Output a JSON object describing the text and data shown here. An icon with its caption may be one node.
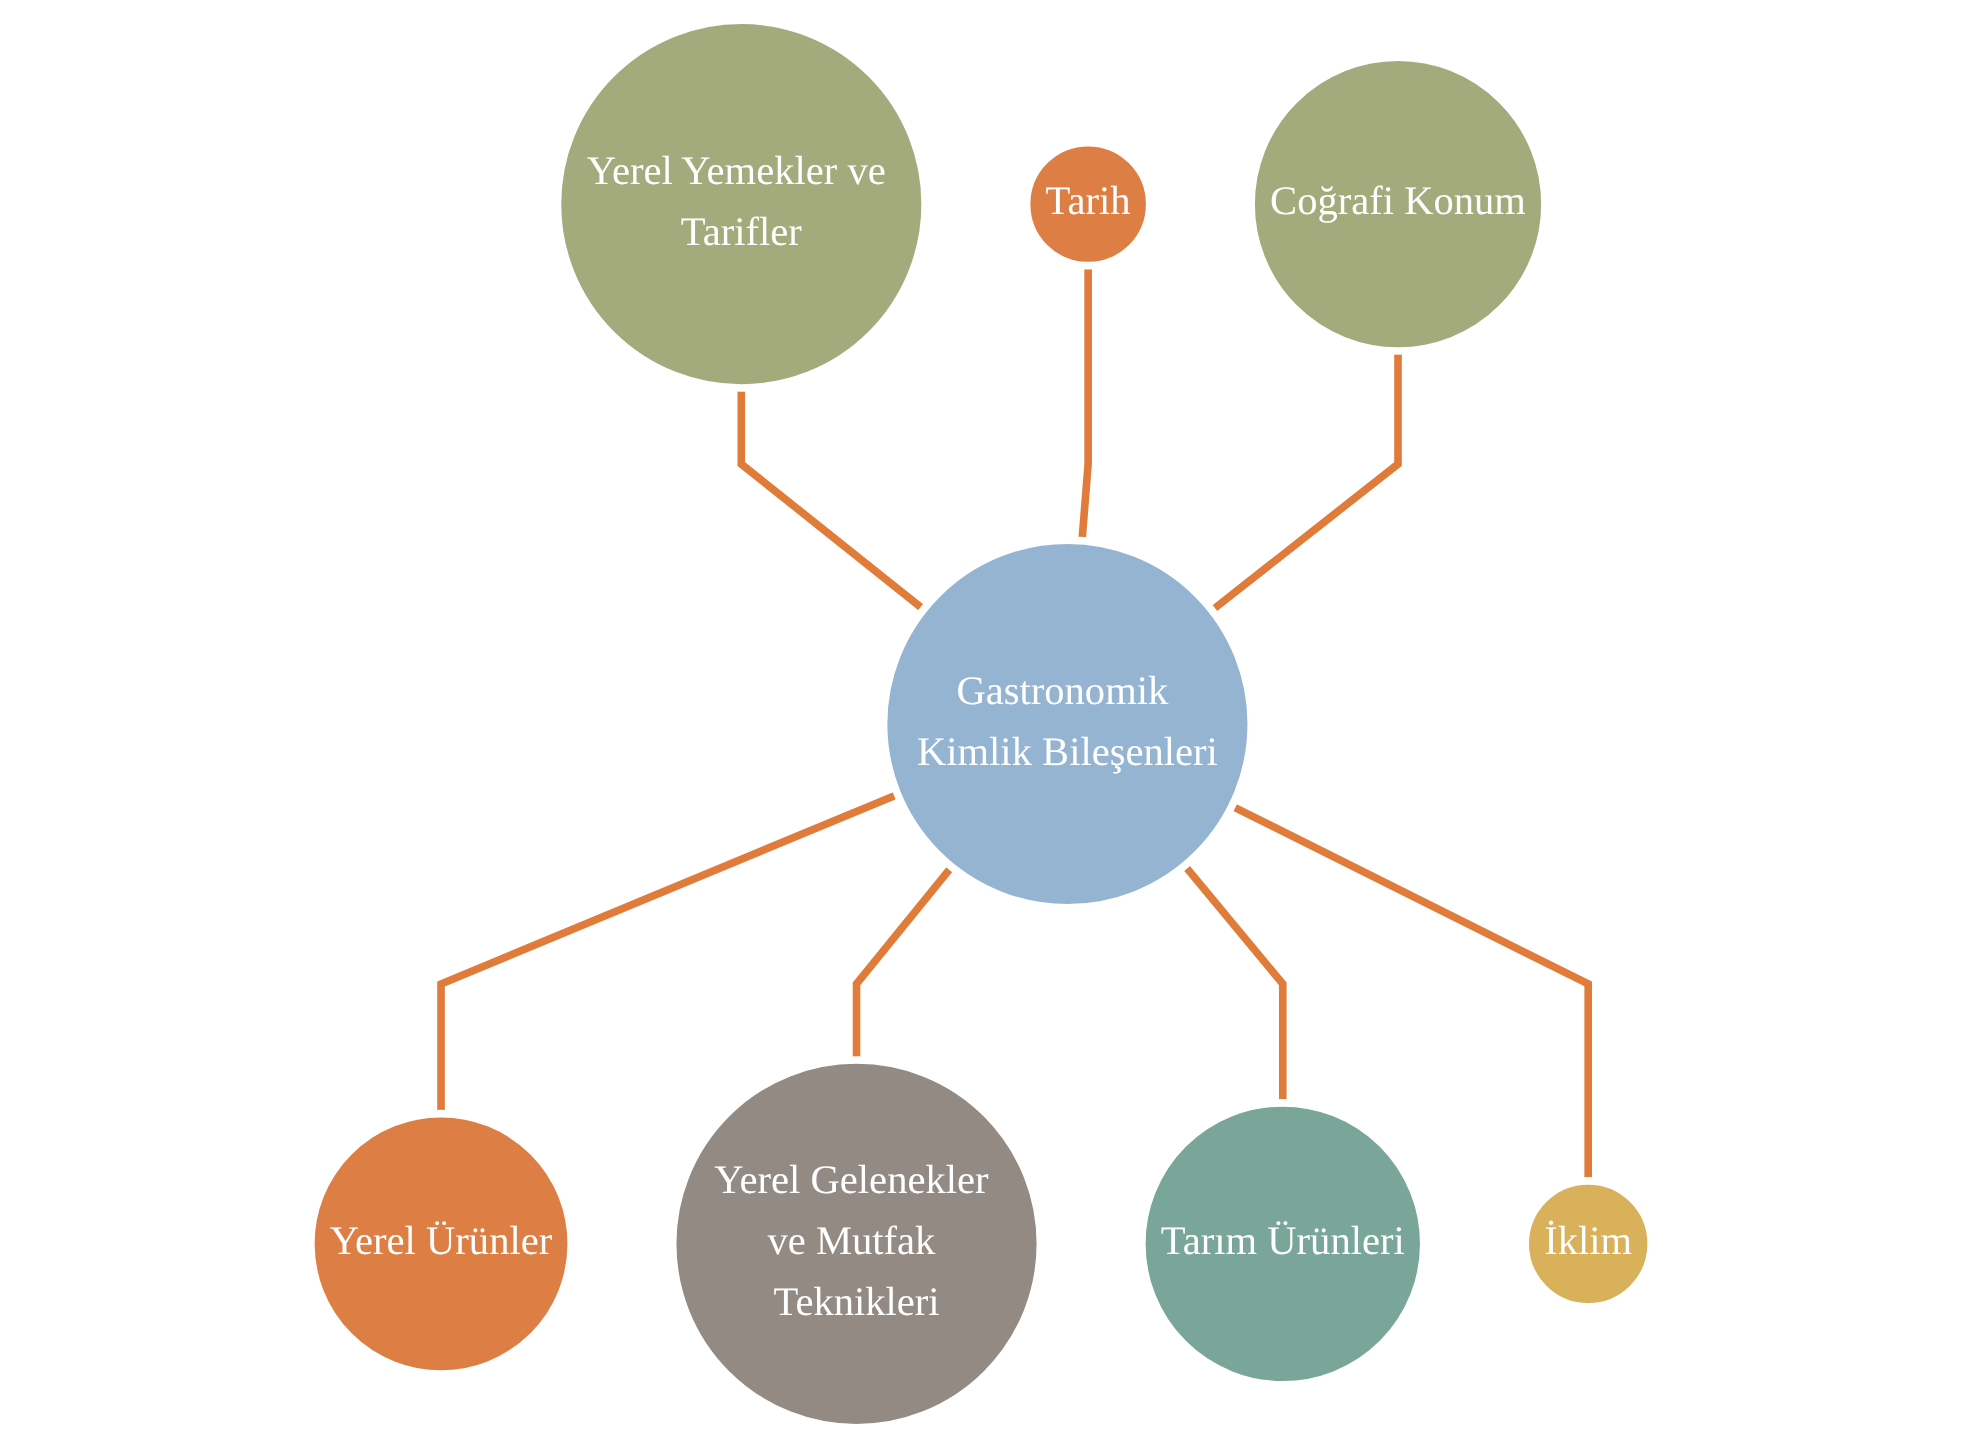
{
  "diagram": {
    "nodes": [
      {
        "text": [
          "Gastronomik Kimlik Bileşenleri"
        ]
      },
      {
        "text": [
          "Tarih"
        ]
      },
      {
        "text": [
          "Coğrafi Konum"
        ]
      },
      {
        "text": [
          "İklim"
        ]
      },
      {
        "text": [
          "Tarım Ürünleri"
        ]
      },
      {
        "text": [
          "Yerel Gelenekler ve Mutfak Teknikleri"
        ]
      },
      {
        "text": [
          "Yerel Ürünler"
        ]
      },
      {
        "text": [
          "Yerel Yemekler ve Tarifler"
        ]
      }
    ],
    "edges": [
      {
        "from": 7,
        "to": 0,
        "arrow": "none"
      },
      {
        "from": 1,
        "to": 0,
        "arrow": "none"
      },
      {
        "from": 2,
        "to": 0,
        "arrow": "none"
      },
      {
        "from": 0,
        "to": 6,
        "arrow": "none"
      },
      {
        "from": 0,
        "to": 5,
        "arrow": "none"
      },
      {
        "from": 0,
        "to": 4,
        "arrow": "none"
      },
      {
        "from": 0,
        "to": 3,
        "arrow": "none"
      }
    ]
  }
}
